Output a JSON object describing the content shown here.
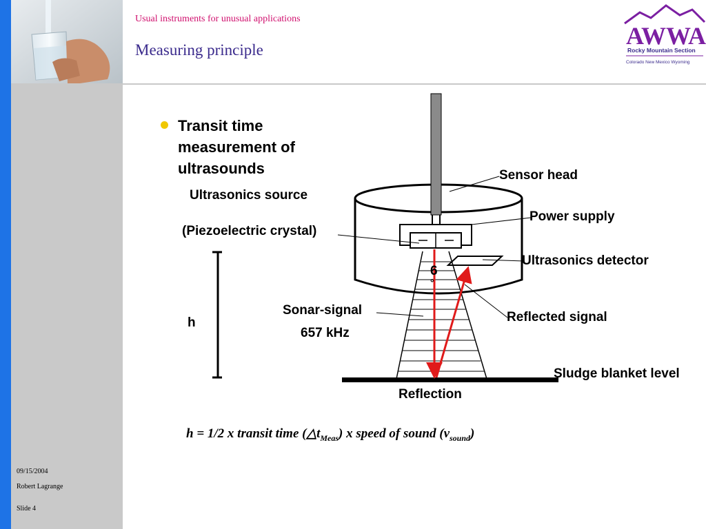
{
  "header": {
    "subtitle": "Usual instruments for unusual applications",
    "title": "Measuring principle"
  },
  "logo": {
    "text": "AWWA",
    "section": "Rocky Mountain Section",
    "states": "Colorado   New Mexico   Wyoming",
    "color": "#7b1fa2"
  },
  "bullet": {
    "text": "Transit time measurement of ultrasounds",
    "dot_color": "#f0c800"
  },
  "diagram": {
    "source_label": "Ultrasonics source",
    "crystal_label": "(Piezoelectric crystal)",
    "sensor_head": "Sensor head",
    "power_supply": "Power supply",
    "detector": "Ultrasonics detector",
    "angle_digit": "6",
    "angle_degree": "°",
    "sonar_signal": "Sonar-signal",
    "frequency": "657 kHz",
    "reflected_signal": "Reflected signal",
    "h_label": "h",
    "sludge_level": "Sludge blanket level",
    "reflection": "Reflection",
    "signal_color": "#e01a1a"
  },
  "formula": {
    "prefix": "h = 1/2 x transit time (",
    "delta": "△t",
    "meas": "Meas",
    "middle": ") x speed of sound (",
    "nu": "ν",
    "sound": "sound",
    "suffix": ")"
  },
  "footer": {
    "date": "09/15/2004",
    "author": "Robert Lagrange",
    "slide": "Slide 4"
  }
}
